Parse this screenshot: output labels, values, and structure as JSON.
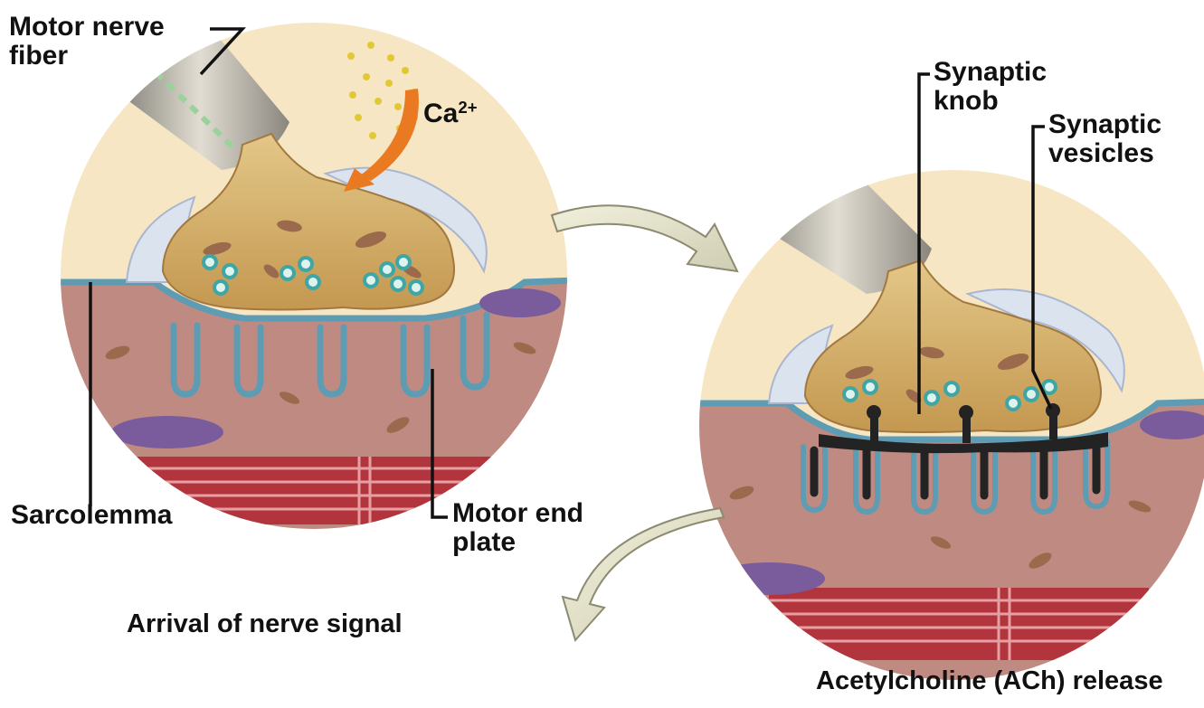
{
  "labels": {
    "motor_nerve_fiber_line1": "Motor nerve",
    "motor_nerve_fiber_line2": "fiber",
    "calcium_base": "Ca",
    "calcium_charge": "2+",
    "synaptic_knob_line1": "Synaptic",
    "synaptic_knob_line2": "knob",
    "synaptic_vesicles_line1": "Synaptic",
    "synaptic_vesicles_line2": "vesicles",
    "sarcolemma": "Sarcolemma",
    "motor_end_plate_line1": "Motor end",
    "motor_end_plate_line2": "plate"
  },
  "captions": {
    "left_panel": "Arrival of nerve signal",
    "right_panel": "Acetylcholine (ACh) release"
  },
  "colors": {
    "background": "#ffffff",
    "extracellular": "#f6e6c4",
    "muscle_cytoplasm": "#bf8a82",
    "sarcolemma": "#5d9cb3",
    "synaptic_knob": "#d8b370",
    "schwann_cell": "#dbe3ef",
    "vesicle": "#3fa6a5",
    "nerve_fiber": "#c2c0b8",
    "calcium": "#e2c835",
    "calcium_arrow": "#ea7a22",
    "ach_release": "#232323",
    "myofibril": "#b2343c",
    "nucleus": "#7a5c9c",
    "transition_arrow": "#e9e7cf",
    "leader_line": "#111111"
  },
  "icons": {
    "step_arrow_1": "curved-arrow-right-icon",
    "step_arrow_2": "curved-arrow-down-left-icon"
  }
}
